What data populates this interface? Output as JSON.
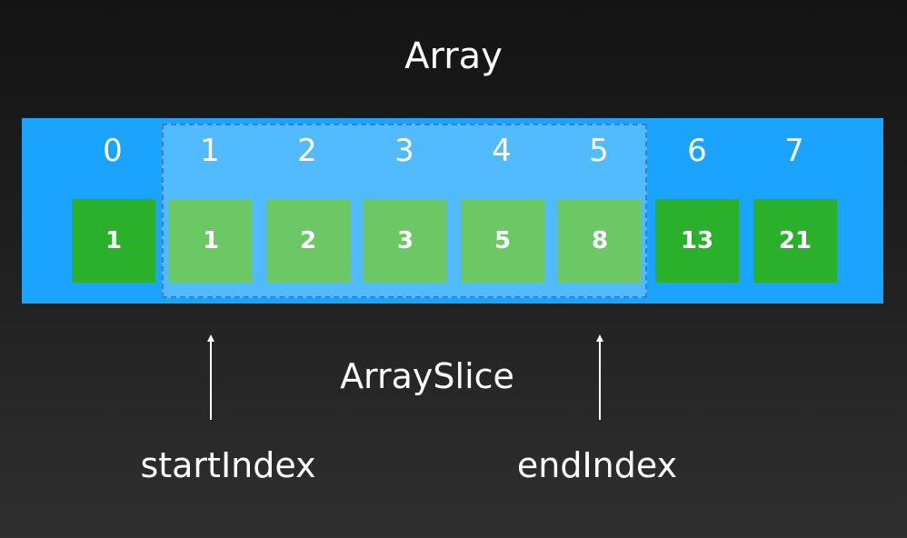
{
  "title": "Array",
  "array": {
    "indices": [
      "0",
      "1",
      "2",
      "3",
      "4",
      "5",
      "6",
      "7"
    ],
    "values": [
      "1",
      "1",
      "2",
      "3",
      "5",
      "8",
      "13",
      "21"
    ],
    "slice_start": 1,
    "slice_end": 5
  },
  "slice_label": "ArraySlice",
  "pointers": {
    "start_label": "startIndex",
    "end_label": "endIndex"
  },
  "colors": {
    "background_top": "#141414",
    "background_bottom": "#2f2f2f",
    "array_band": "#1aa3ff",
    "slice_overlay": "#9fd8ff",
    "slice_border": "#3a7fc7",
    "cell_normal": "#2ab02a",
    "cell_in_slice": "#6cc865",
    "text": "#ffffff"
  }
}
